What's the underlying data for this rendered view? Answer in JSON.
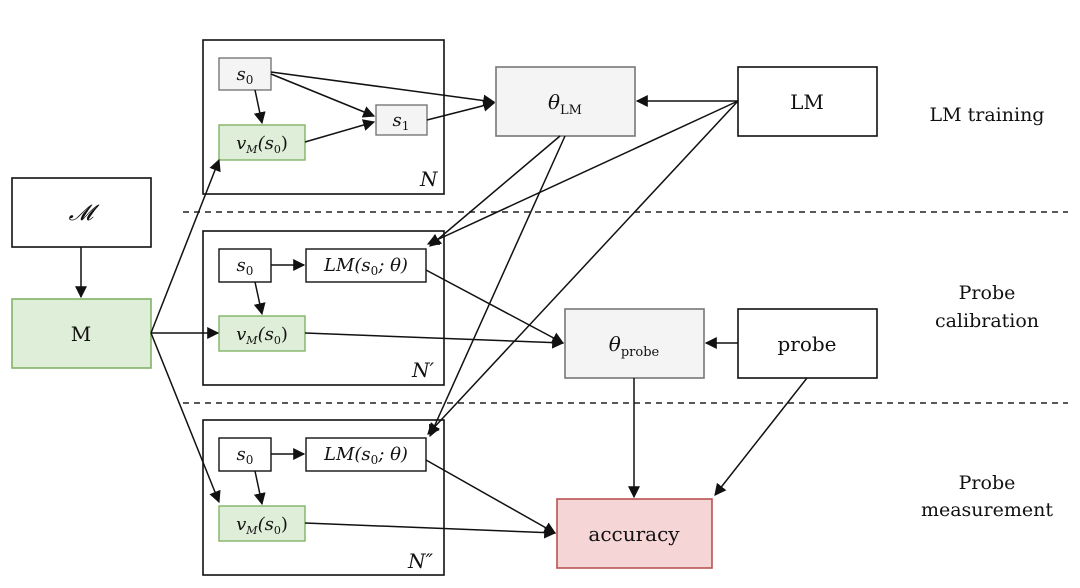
{
  "sections": {
    "training": "LM training",
    "calibration_line1": "Probe",
    "calibration_line2": "calibration",
    "measurement_line1": "Probe",
    "measurement_line2": "measurement"
  },
  "nodes": {
    "script_m": "𝓜",
    "m": "M",
    "lm": "LM",
    "probe": "probe",
    "accuracy": "accuracy",
    "theta": "θ",
    "theta_lm_sub": "LM",
    "theta_probe_sub": "probe",
    "s_base": "s",
    "s0_sub": "0",
    "s1_sub": "1",
    "v_base": "v",
    "v_sub": "M",
    "v_arg": "(s",
    "v_close": ")",
    "lm_fn_prefix": "LM(s",
    "lm_fn_suffix": "; θ)"
  },
  "plates": {
    "top": "N",
    "middle": "N′",
    "bottom": "N″"
  },
  "colors": {
    "green_fill": "#dfeed8",
    "green_stroke": "#82b366",
    "gray_fill": "#f4f4f4",
    "gray_stroke": "#777777",
    "red_fill": "#f5d5d6",
    "red_stroke": "#b85450"
  }
}
